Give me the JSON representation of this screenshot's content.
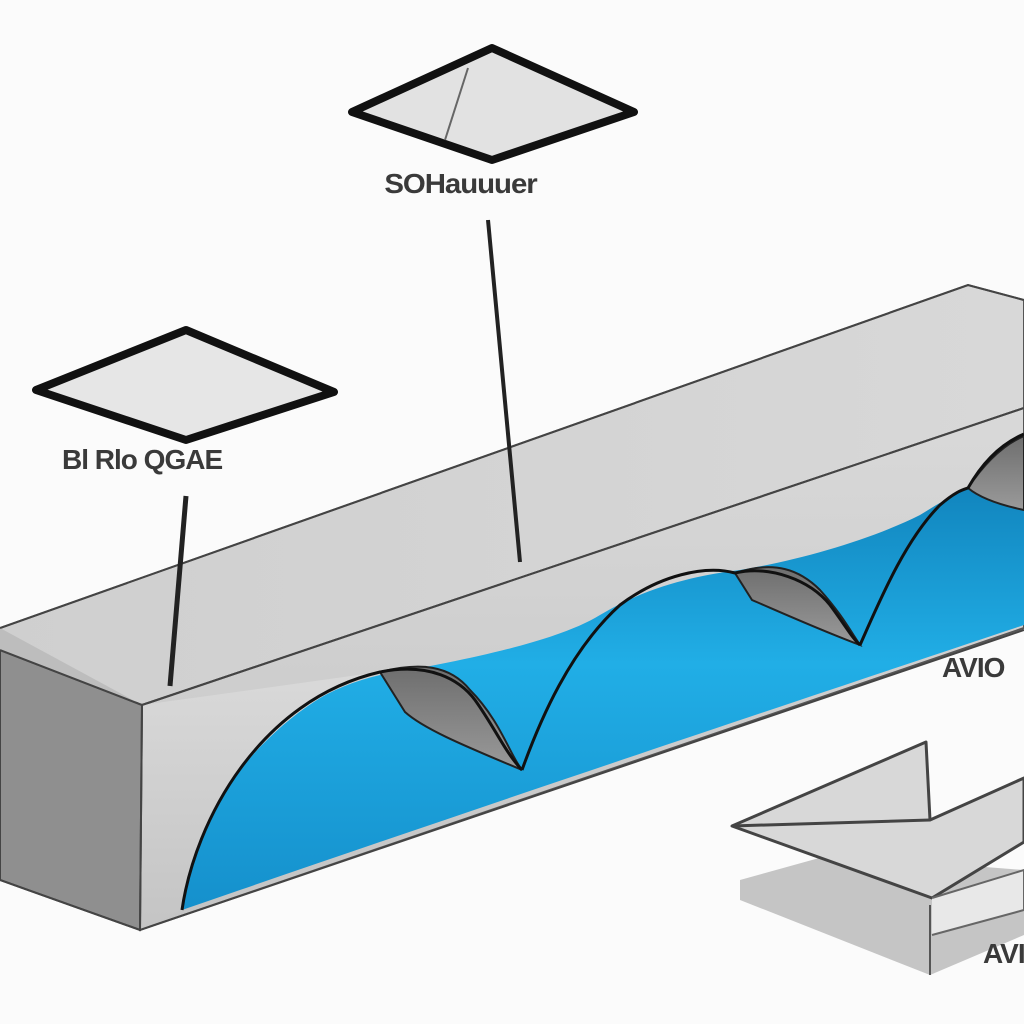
{
  "labels": {
    "top": "SOHauuuer",
    "left": "Bl Rlo QGAE",
    "right": "AVIO",
    "bottom": "AVI"
  },
  "colors": {
    "beam_top": "#d3d3d3",
    "beam_front": "#cdcdcd",
    "beam_end": "#8e8e8e",
    "water": "#1fa8e0",
    "arch_inner": "#7a7a7a",
    "outline": "#1a1a1a"
  }
}
